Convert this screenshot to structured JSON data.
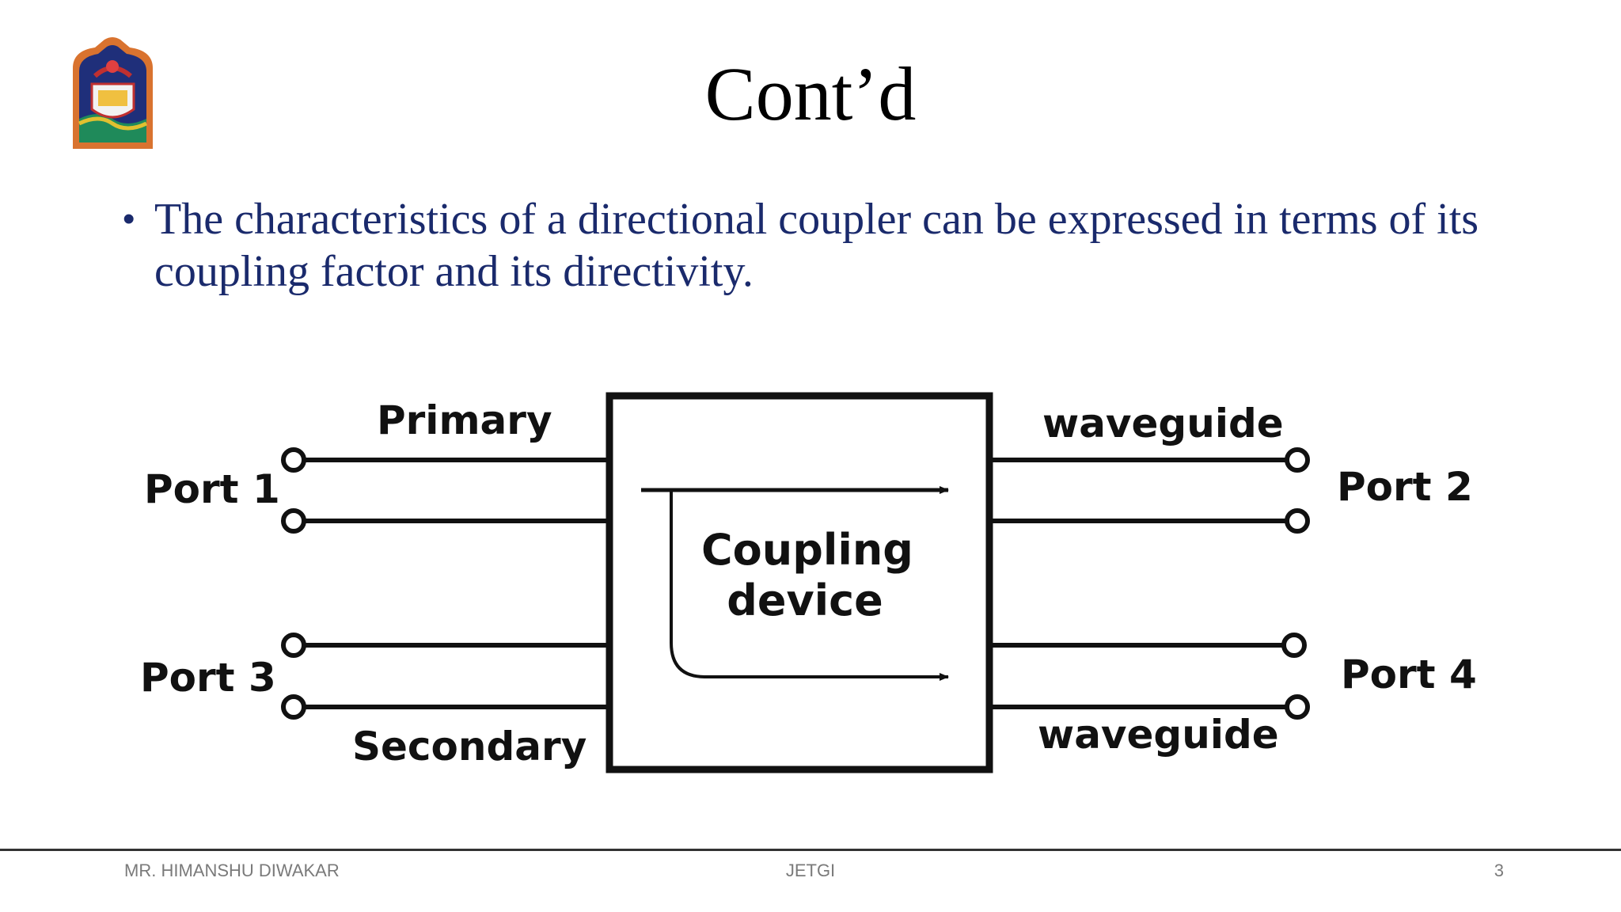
{
  "slide": {
    "title": "Cont’d",
    "bullet_symbol": "•",
    "bullet_text": "The characteristics of a directional coupler can be expressed in terms of its coupling factor and its directivity."
  },
  "diagram": {
    "port1": "Port 1",
    "port2": "Port 2",
    "port3": "Port 3",
    "port4": "Port 4",
    "primary": "Primary",
    "waveguide_top": "waveguide",
    "secondary": "Secondary",
    "waveguide_bottom": "waveguide",
    "device_line1": "Coupling",
    "device_line2": "device"
  },
  "footer": {
    "author": "MR. HIMANSHU DIWAKAR",
    "institute": "JETGI",
    "page_number": "3"
  },
  "colors": {
    "title": "#000000",
    "bullet": "#1a2a6c",
    "footer_text": "#7a7a7a"
  }
}
